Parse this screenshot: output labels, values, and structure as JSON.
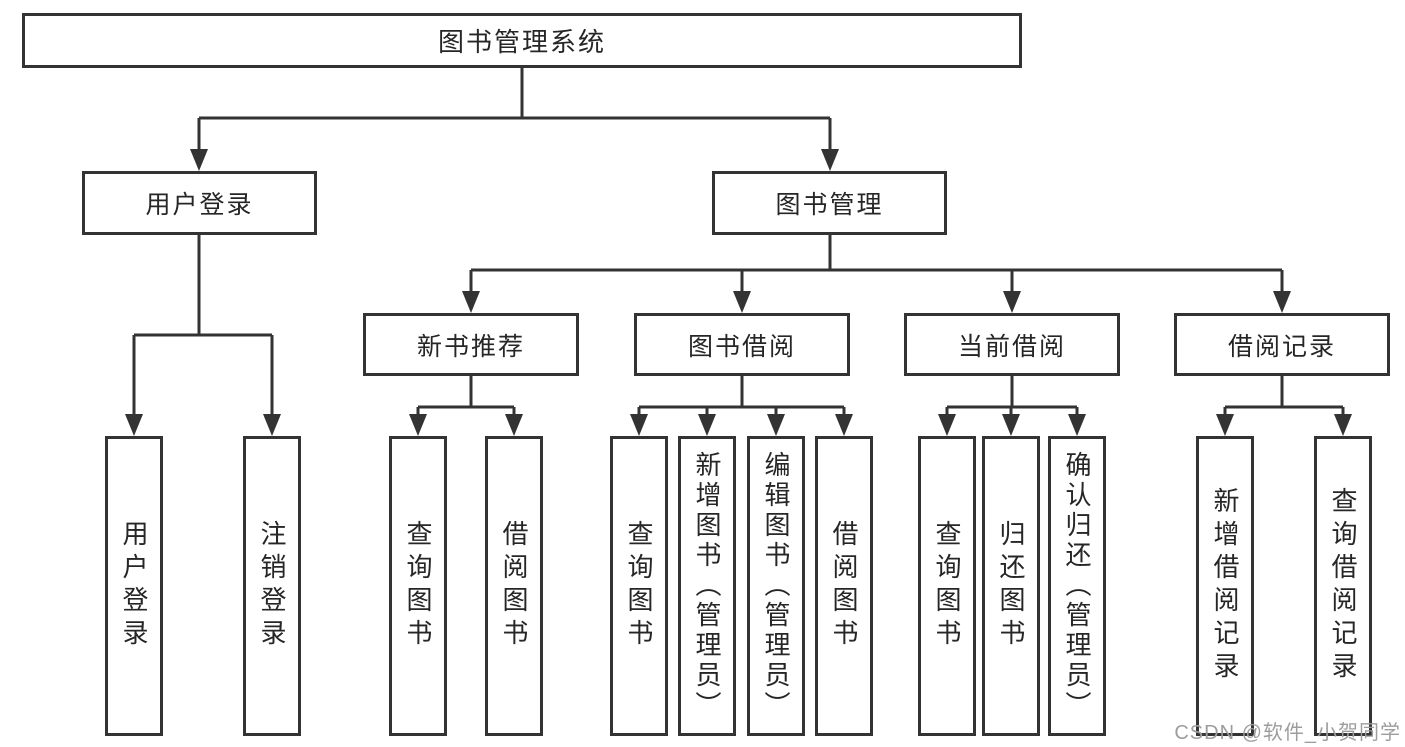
{
  "diagram": {
    "root": {
      "label": "图书管理系统"
    },
    "level2": {
      "user_login": {
        "label": "用户登录"
      },
      "book_management": {
        "label": "图书管理"
      }
    },
    "level3": {
      "new_book_recommend": {
        "label": "新书推荐"
      },
      "book_borrow": {
        "label": "图书借阅"
      },
      "current_borrow": {
        "label": "当前借阅"
      },
      "borrow_records": {
        "label": "借阅记录"
      }
    },
    "leaves": {
      "user_login": {
        "label": "用户登录"
      },
      "logout": {
        "label": "注销登录"
      },
      "recommend_query_books": {
        "label": "查询图书"
      },
      "recommend_borrow_books": {
        "label": "借阅图书"
      },
      "borrow_query_books": {
        "label": "查询图书"
      },
      "borrow_add_book_admin": {
        "label": "新增图书（管理员）"
      },
      "borrow_edit_book_admin": {
        "label": "编辑图书（管理员）"
      },
      "borrow_borrow_books": {
        "label": "借阅图书"
      },
      "current_query_books": {
        "label": "查询图书"
      },
      "current_return_books": {
        "label": "归还图书"
      },
      "current_confirm_return_admin": {
        "label": "确认归还（管理员）"
      },
      "records_add_record": {
        "label": "新增借阅记录"
      },
      "records_query_record": {
        "label": "查询借阅记录"
      }
    },
    "watermark": "CSDN @软件_小贺同学",
    "colors": {
      "line": "#333333",
      "text": "#262626",
      "watermark": "#9d9d9d",
      "background": "#ffffff"
    }
  }
}
